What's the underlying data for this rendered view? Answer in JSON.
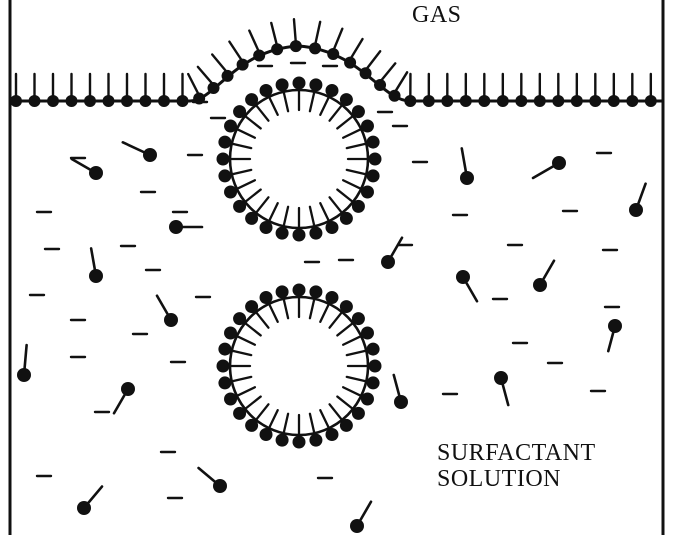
{
  "labels": {
    "gas": "GAS",
    "solution_line1": "SURFACTANT",
    "solution_line2": "SOLUTION"
  },
  "colors": {
    "ink": "#111111",
    "background": "#ffffff"
  }
}
